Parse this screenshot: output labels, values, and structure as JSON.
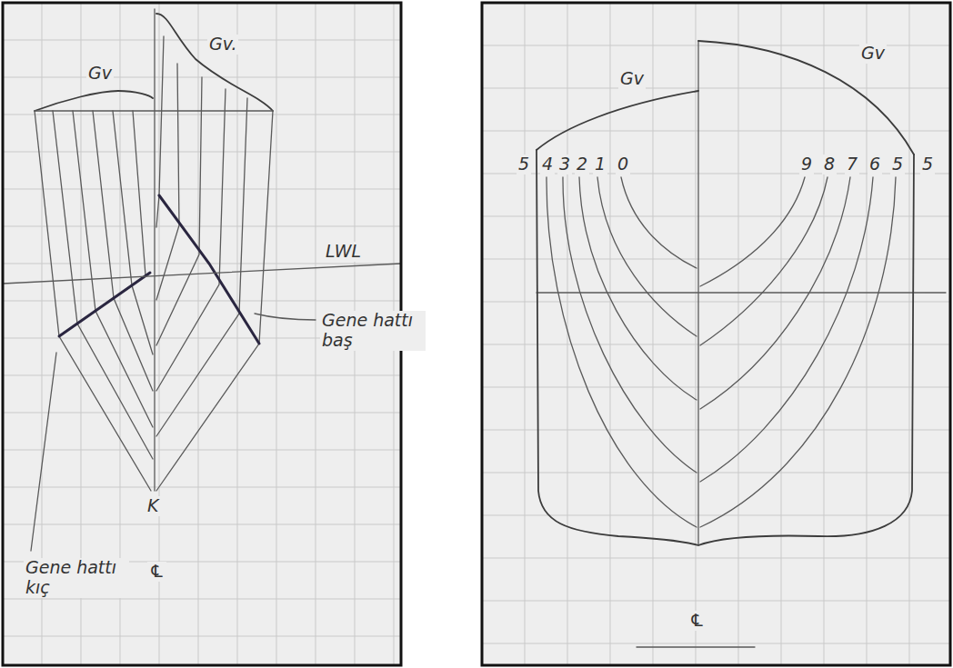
{
  "diagram": {
    "labels": [
      "Gv",
      "Gv.",
      "LWL",
      "Gene hattı baş",
      "K",
      "Gene hattı kıç",
      "℄",
      "Gv",
      "Gv",
      "5",
      "4",
      "3",
      "2",
      "1",
      "0",
      "9",
      "8",
      "7",
      "6",
      "5",
      "5",
      "℄"
    ]
  }
}
